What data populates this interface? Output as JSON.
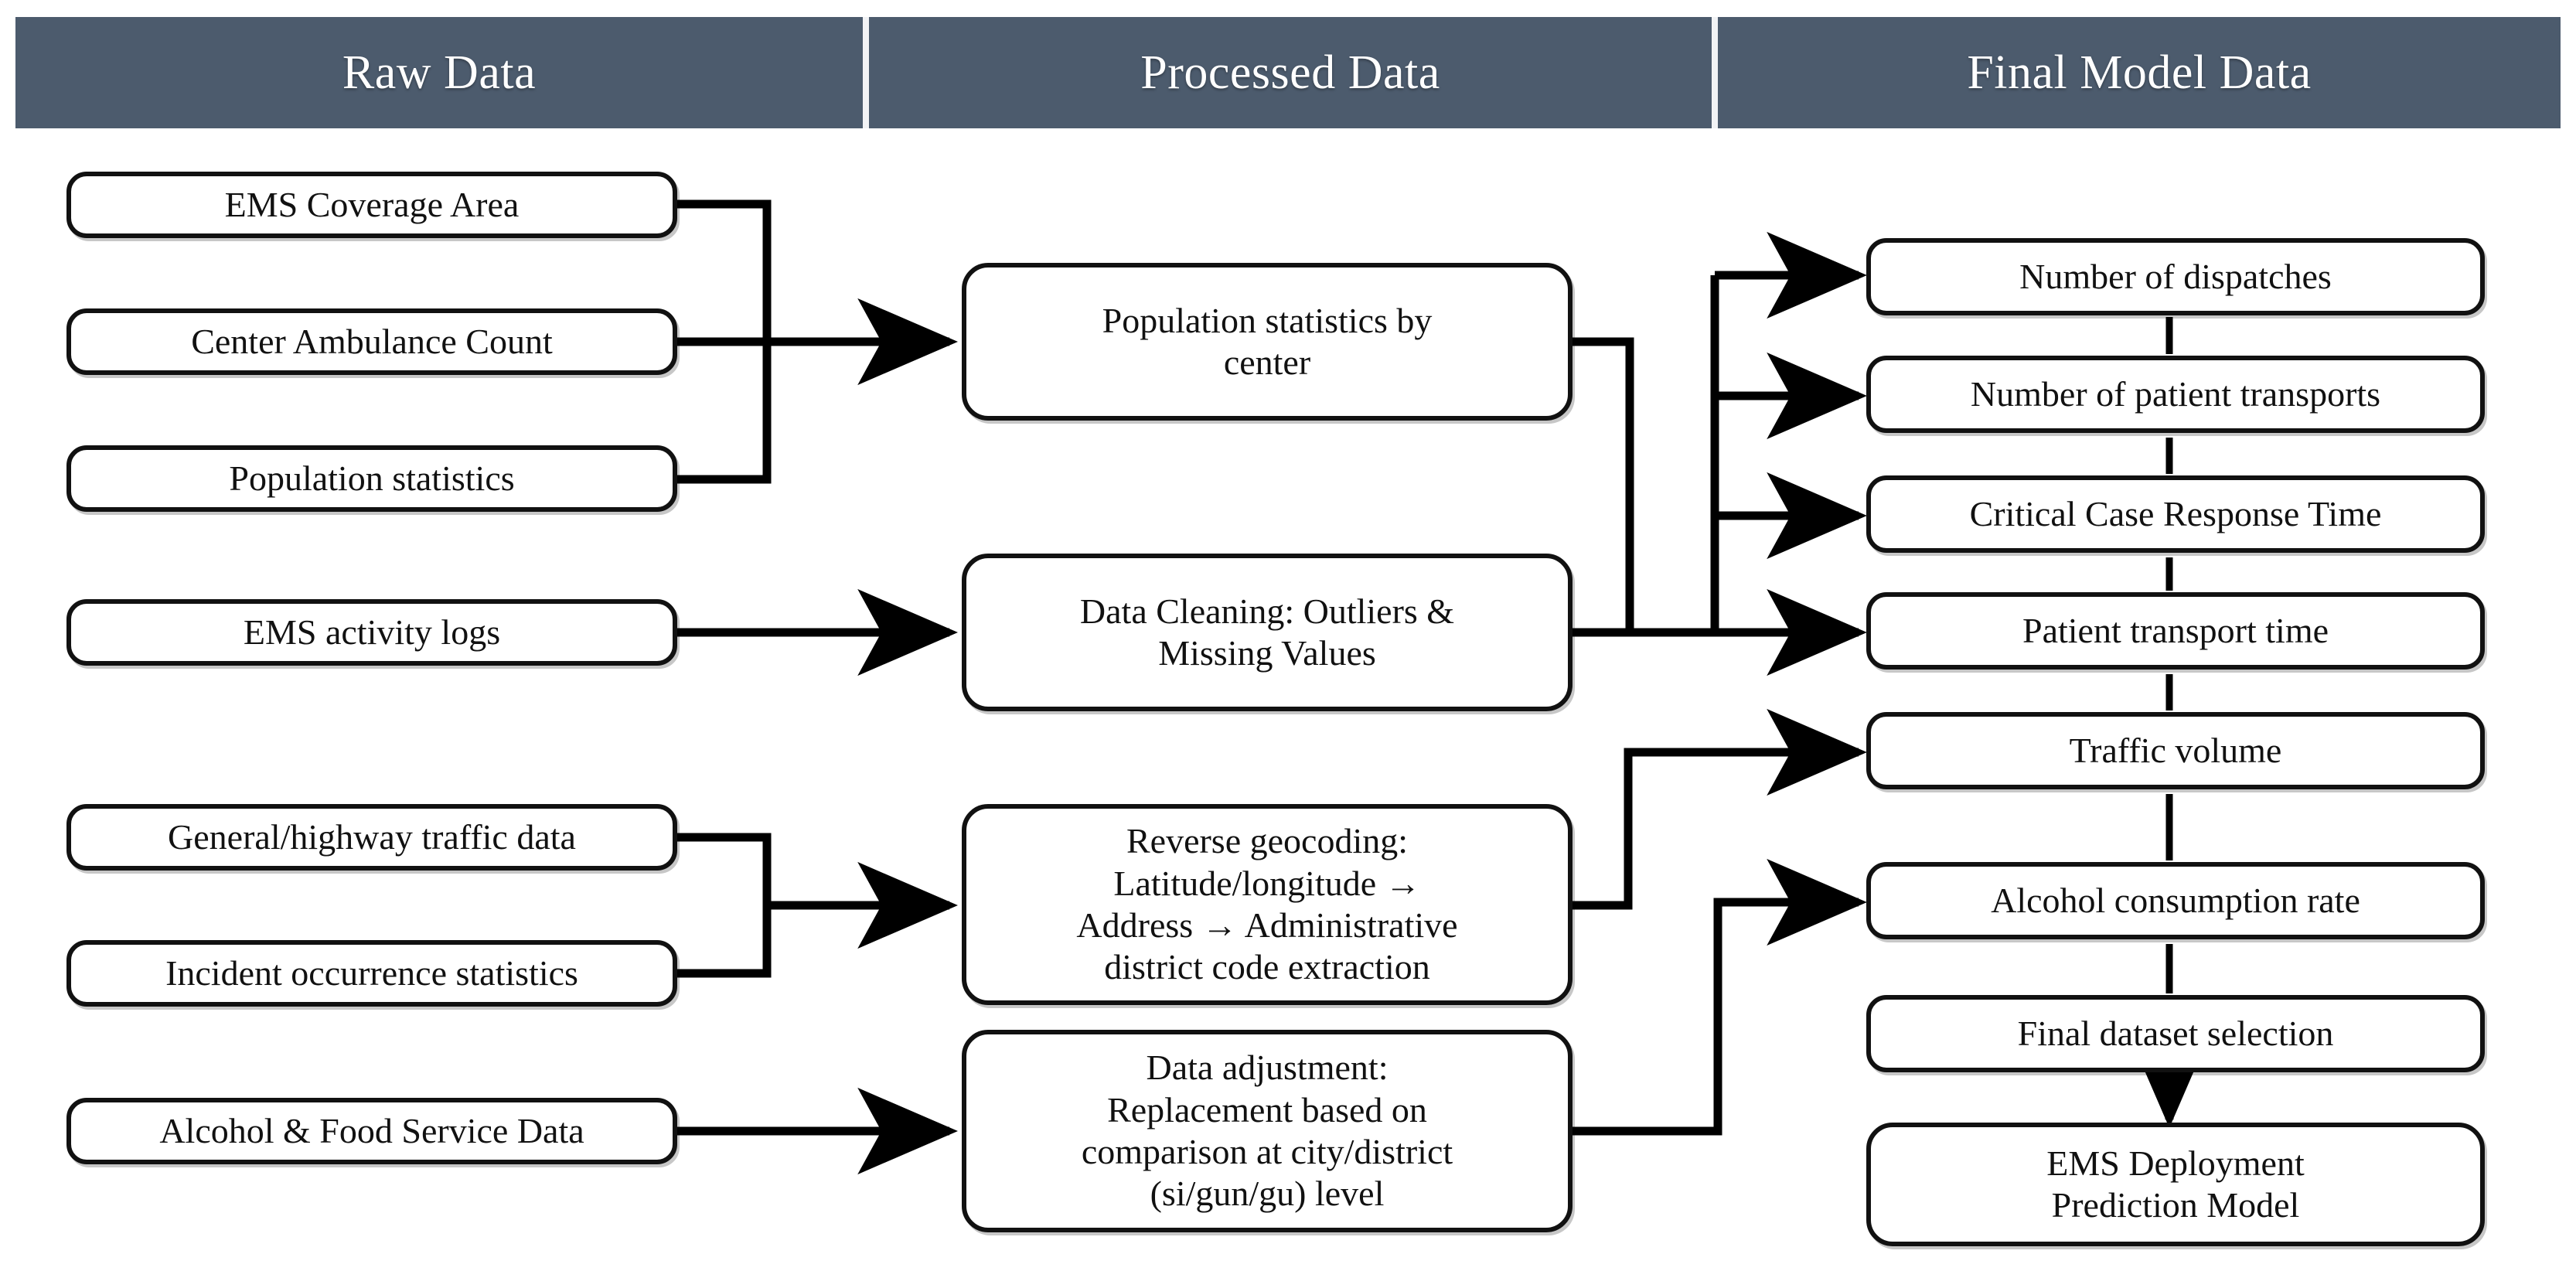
{
  "diagram": {
    "title": "EMS Data Processing Pipeline",
    "colors": {
      "header_background": "#4c5b6d",
      "header_text": "#ffffff",
      "box_border": "#111111",
      "box_fill": "#ffffff",
      "connector": "#000000",
      "page_background": "#ffffff"
    },
    "header": {
      "columns": [
        {
          "label": "Raw Data"
        },
        {
          "label": "Processed Data"
        },
        {
          "label": "Final Model Data"
        }
      ]
    },
    "columns": {
      "raw_data": {
        "title": "Raw Data",
        "nodes": [
          {
            "id": "ems-coverage-area",
            "label": "EMS Coverage Area"
          },
          {
            "id": "center-ambulance-count",
            "label": "Center Ambulance Count"
          },
          {
            "id": "population-statistics",
            "label": "Population statistics"
          },
          {
            "id": "ems-activity-logs",
            "label": "EMS activity logs"
          },
          {
            "id": "general-highway-traffic-data",
            "label": "General/highway traffic data"
          },
          {
            "id": "incident-occurrence-statistics",
            "label": "Incident occurrence statistics"
          },
          {
            "id": "alcohol-food-service-data",
            "label": "Alcohol & Food Service Data"
          }
        ]
      },
      "processed_data": {
        "title": "Processed Data",
        "nodes": [
          {
            "id": "population-statistics-by-center",
            "label": "Population statistics by\ncenter"
          },
          {
            "id": "data-cleaning",
            "label": "Data Cleaning: Outliers &\nMissing Values"
          },
          {
            "id": "reverse-geocoding",
            "label": "Reverse geocoding:\nLatitude/longitude →\nAddress → Administrative\ndistrict code extraction"
          },
          {
            "id": "data-adjustment",
            "label": "Data adjustment:\nReplacement based on\ncomparison at city/district\n(si/gun/gu) level"
          }
        ]
      },
      "final_model_data": {
        "title": "Final Model Data",
        "nodes": [
          {
            "id": "number-of-dispatches",
            "label": "Number of dispatches"
          },
          {
            "id": "number-of-patient-transports",
            "label": "Number of patient transports"
          },
          {
            "id": "critical-case-response-time",
            "label": "Critical Case Response Time"
          },
          {
            "id": "patient-transport-time",
            "label": "Patient transport time"
          },
          {
            "id": "traffic-volume",
            "label": "Traffic volume"
          },
          {
            "id": "alcohol-consumption-rate",
            "label": "Alcohol consumption rate"
          },
          {
            "id": "final-dataset-selection",
            "label": "Final dataset selection"
          },
          {
            "id": "ems-deployment-prediction-model",
            "label": "EMS Deployment\nPrediction Model"
          }
        ]
      }
    },
    "connections": [
      {
        "from": "ems-coverage-area",
        "to": "population-statistics-by-center",
        "type": "bracket-merge"
      },
      {
        "from": "center-ambulance-count",
        "to": "population-statistics-by-center",
        "type": "bracket-merge"
      },
      {
        "from": "population-statistics",
        "to": "population-statistics-by-center",
        "type": "bracket-merge"
      },
      {
        "from": "ems-activity-logs",
        "to": "data-cleaning",
        "type": "arrow"
      },
      {
        "from": "general-highway-traffic-data",
        "to": "reverse-geocoding",
        "type": "bracket-merge"
      },
      {
        "from": "incident-occurrence-statistics",
        "to": "reverse-geocoding",
        "type": "bracket-merge"
      },
      {
        "from": "alcohol-food-service-data",
        "to": "data-adjustment",
        "type": "arrow"
      },
      {
        "from": "population-statistics-by-center",
        "to": "final-outputs-trunk",
        "type": "elbow"
      },
      {
        "from": "data-cleaning",
        "to": "number-of-dispatches",
        "type": "arrow"
      },
      {
        "from": "data-cleaning",
        "to": "number-of-patient-transports",
        "type": "arrow"
      },
      {
        "from": "data-cleaning",
        "to": "critical-case-response-time",
        "type": "arrow"
      },
      {
        "from": "data-cleaning",
        "to": "patient-transport-time",
        "type": "arrow"
      },
      {
        "from": "reverse-geocoding",
        "to": "traffic-volume",
        "type": "elbow-arrow"
      },
      {
        "from": "data-adjustment",
        "to": "alcohol-consumption-rate",
        "type": "elbow-arrow"
      },
      {
        "from": "number-of-dispatches",
        "to": "number-of-patient-transports",
        "type": "line"
      },
      {
        "from": "number-of-patient-transports",
        "to": "critical-case-response-time",
        "type": "line"
      },
      {
        "from": "critical-case-response-time",
        "to": "patient-transport-time",
        "type": "line"
      },
      {
        "from": "patient-transport-time",
        "to": "traffic-volume",
        "type": "line"
      },
      {
        "from": "traffic-volume",
        "to": "alcohol-consumption-rate",
        "type": "line"
      },
      {
        "from": "alcohol-consumption-rate",
        "to": "final-dataset-selection",
        "type": "line"
      },
      {
        "from": "final-dataset-selection",
        "to": "ems-deployment-prediction-model",
        "type": "arrow"
      }
    ]
  }
}
